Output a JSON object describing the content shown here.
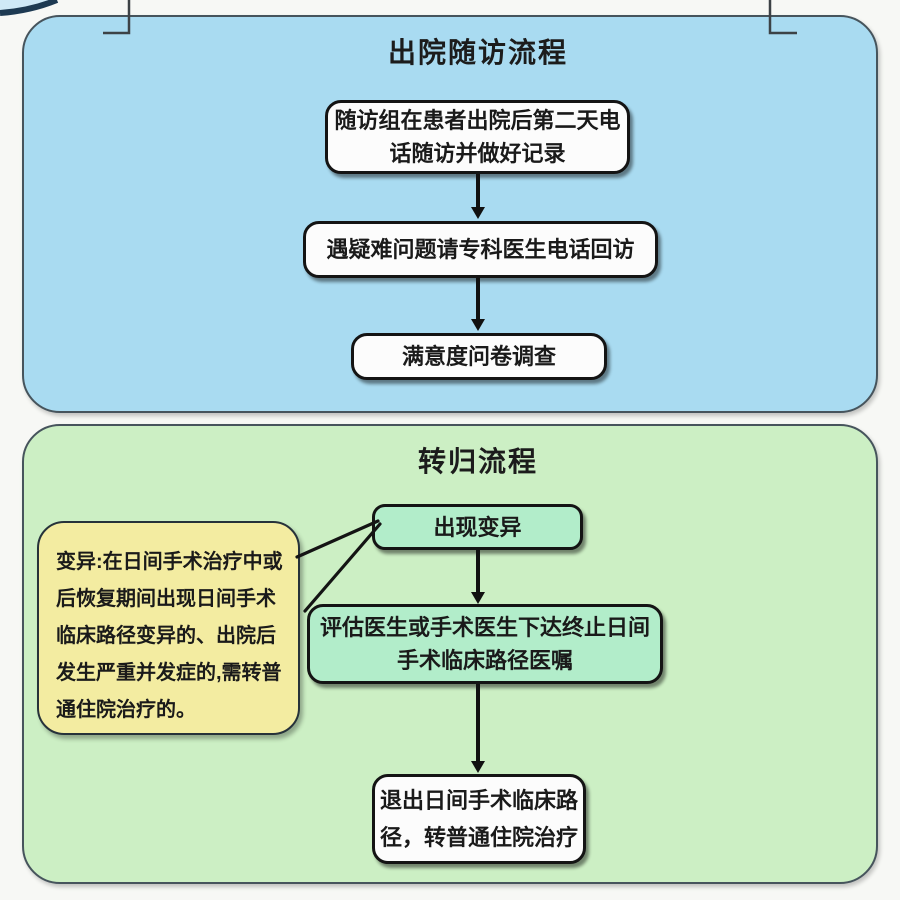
{
  "followup_panel": {
    "title": "出院随访流程",
    "bg": "#a9dbf1",
    "steps": [
      "随访组在患者出院后第二天电话随访并做好记录",
      "遇疑难问题请专科医生电话回访",
      "满意度问卷调查"
    ]
  },
  "outcome_panel": {
    "title": "转归流程",
    "bg": "#ccefc4",
    "variation_box": "出现变异",
    "note": "变异:在日间手术治疗中或后恢复期间出现日间手术临床路径变异的、出院后发生严重并发症的,需转普通住院治疗的。",
    "steps": [
      "评估医生或手术医生下达终止日间手术临床路径医嘱",
      "退出日间手术临床路径，转普通住院治疗"
    ]
  },
  "colors": {
    "blue_panel": "#a9dbf1",
    "green_panel": "#ccefc4",
    "green_box": "#b2edca",
    "yellow_note": "#f3eca1",
    "white_box": "#fcfcfc",
    "outline": "#141414",
    "panel_outline": "#46545c"
  }
}
